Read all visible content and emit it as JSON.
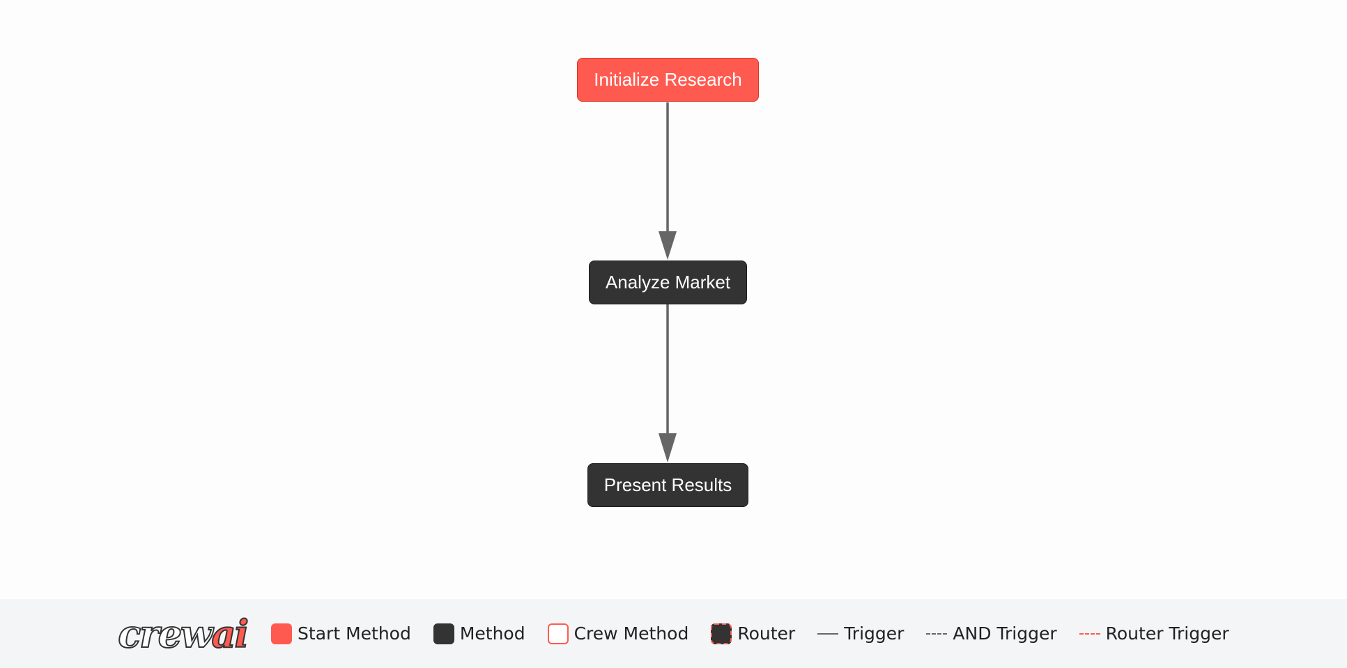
{
  "flow": {
    "nodes": [
      {
        "id": "n1",
        "label": "Initialize Research",
        "kind": "start"
      },
      {
        "id": "n2",
        "label": "Analyze Market",
        "kind": "method"
      },
      {
        "id": "n3",
        "label": "Present Results",
        "kind": "method"
      }
    ],
    "edges": [
      {
        "from": "n1",
        "to": "n2",
        "kind": "trigger"
      },
      {
        "from": "n2",
        "to": "n3",
        "kind": "trigger"
      }
    ]
  },
  "legend": {
    "logo": {
      "crew": "crew",
      "ai": "ai"
    },
    "start_method": "Start Method",
    "method": "Method",
    "crew_method": "Crew Method",
    "router": "Router",
    "trigger": "Trigger",
    "and_trigger": "AND Trigger",
    "router_trigger": "Router Trigger"
  },
  "colors": {
    "start": "#ff5a50",
    "method": "#333333",
    "edge": "#666666",
    "legend_bg": "#f4f5f7"
  }
}
